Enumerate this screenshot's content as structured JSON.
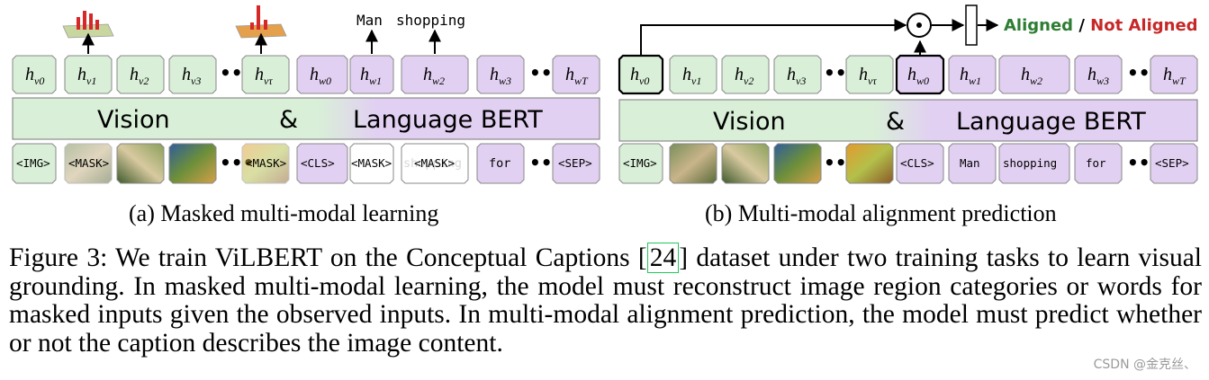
{
  "colors": {
    "vision": "#d9efd8",
    "language": "#e2d0f2",
    "aligned": "#2e7d32",
    "not_aligned": "#c62828"
  },
  "panel_a": {
    "caption": "(a) Masked multi-modal learning",
    "bert_vision": "Vision",
    "bert_amp": "&",
    "bert_language": "Language BERT",
    "predicted_words": [
      "Man",
      "shopping"
    ],
    "tokens": [
      "<IMG>",
      "<MASK>",
      "<MASK>",
      "<CLS>",
      "<MASK>",
      "<MASK>",
      "for",
      "<SEP>"
    ],
    "faded_word": "shopping",
    "dots": "•••"
  },
  "panel_b": {
    "caption": "(b) Multi-modal alignment prediction",
    "bert_vision": "Vision",
    "bert_amp": "&",
    "bert_language": "Language BERT",
    "tokens": [
      "<IMG>",
      "<CLS>",
      "Man",
      "shopping",
      "for",
      "<SEP>"
    ],
    "aligned_label": "Aligned",
    "separator": " / ",
    "not_aligned_label": "Not Aligned",
    "dots": "•••"
  },
  "hidden_states": {
    "vision": [
      "v0",
      "v1",
      "v2",
      "v3",
      "vτ"
    ],
    "language": [
      "w0",
      "w1",
      "w2",
      "w3",
      "wT"
    ]
  },
  "figure_caption": {
    "prefix": "Figure 3: We train ViLBERT on the Conceptual Captions [",
    "ref": "24",
    "suffix": "] dataset under two training tasks to learn visual grounding. In masked multi-modal learning, the model must reconstruct image region categories or words for masked inputs given the observed inputs. In multi-modal alignment prediction, the model must predict whether or not the caption describes the image content."
  },
  "watermark": "CSDN @金克丝、"
}
